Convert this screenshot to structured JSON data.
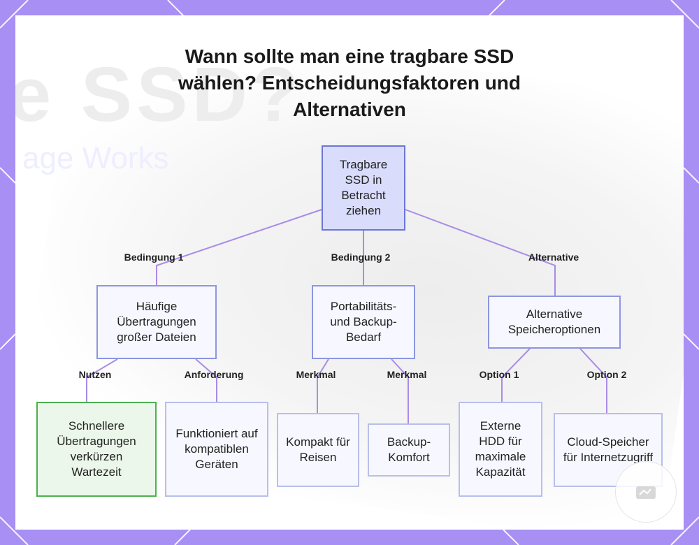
{
  "title": "Wann sollte man eine tragbare SSD wählen? Entscheidungsfaktoren und Alternativen",
  "background": {
    "text_big": "e SSD?",
    "text_small": "age Works"
  },
  "nodes": {
    "root": "Tragbare SSD in Betracht ziehen",
    "frequent": "Häufige Übertragungen großer Dateien",
    "portability": "Portabilitäts- und Backup-Bedarf",
    "alternatives": "Alternative Speicheroptionen",
    "faster": "Schnellere Übertragungen verkürzen Wartezeit",
    "compatible": "Funktioniert auf kompatiblen Geräten",
    "compact": "Kompakt für Reisen",
    "backup": "Backup-Komfort",
    "hdd": "Externe HDD für maximale Kapazität",
    "cloud": "Cloud-Speicher für Internetzugriff"
  },
  "edge_labels": {
    "cond1": "Bedingung 1",
    "cond2": "Bedingung 2",
    "alt": "Alternative",
    "benefit": "Nutzen",
    "requirement": "Anforderung",
    "feature1": "Merkmal",
    "feature2": "Merkmal",
    "option1": "Option 1",
    "option2": "Option 2"
  },
  "colors": {
    "frame": "#a78ff3",
    "edge": "#a98be8",
    "root_fill": "#d9dcfb",
    "node_fill": "#f7f7ff",
    "highlight_border": "#4db04f"
  }
}
